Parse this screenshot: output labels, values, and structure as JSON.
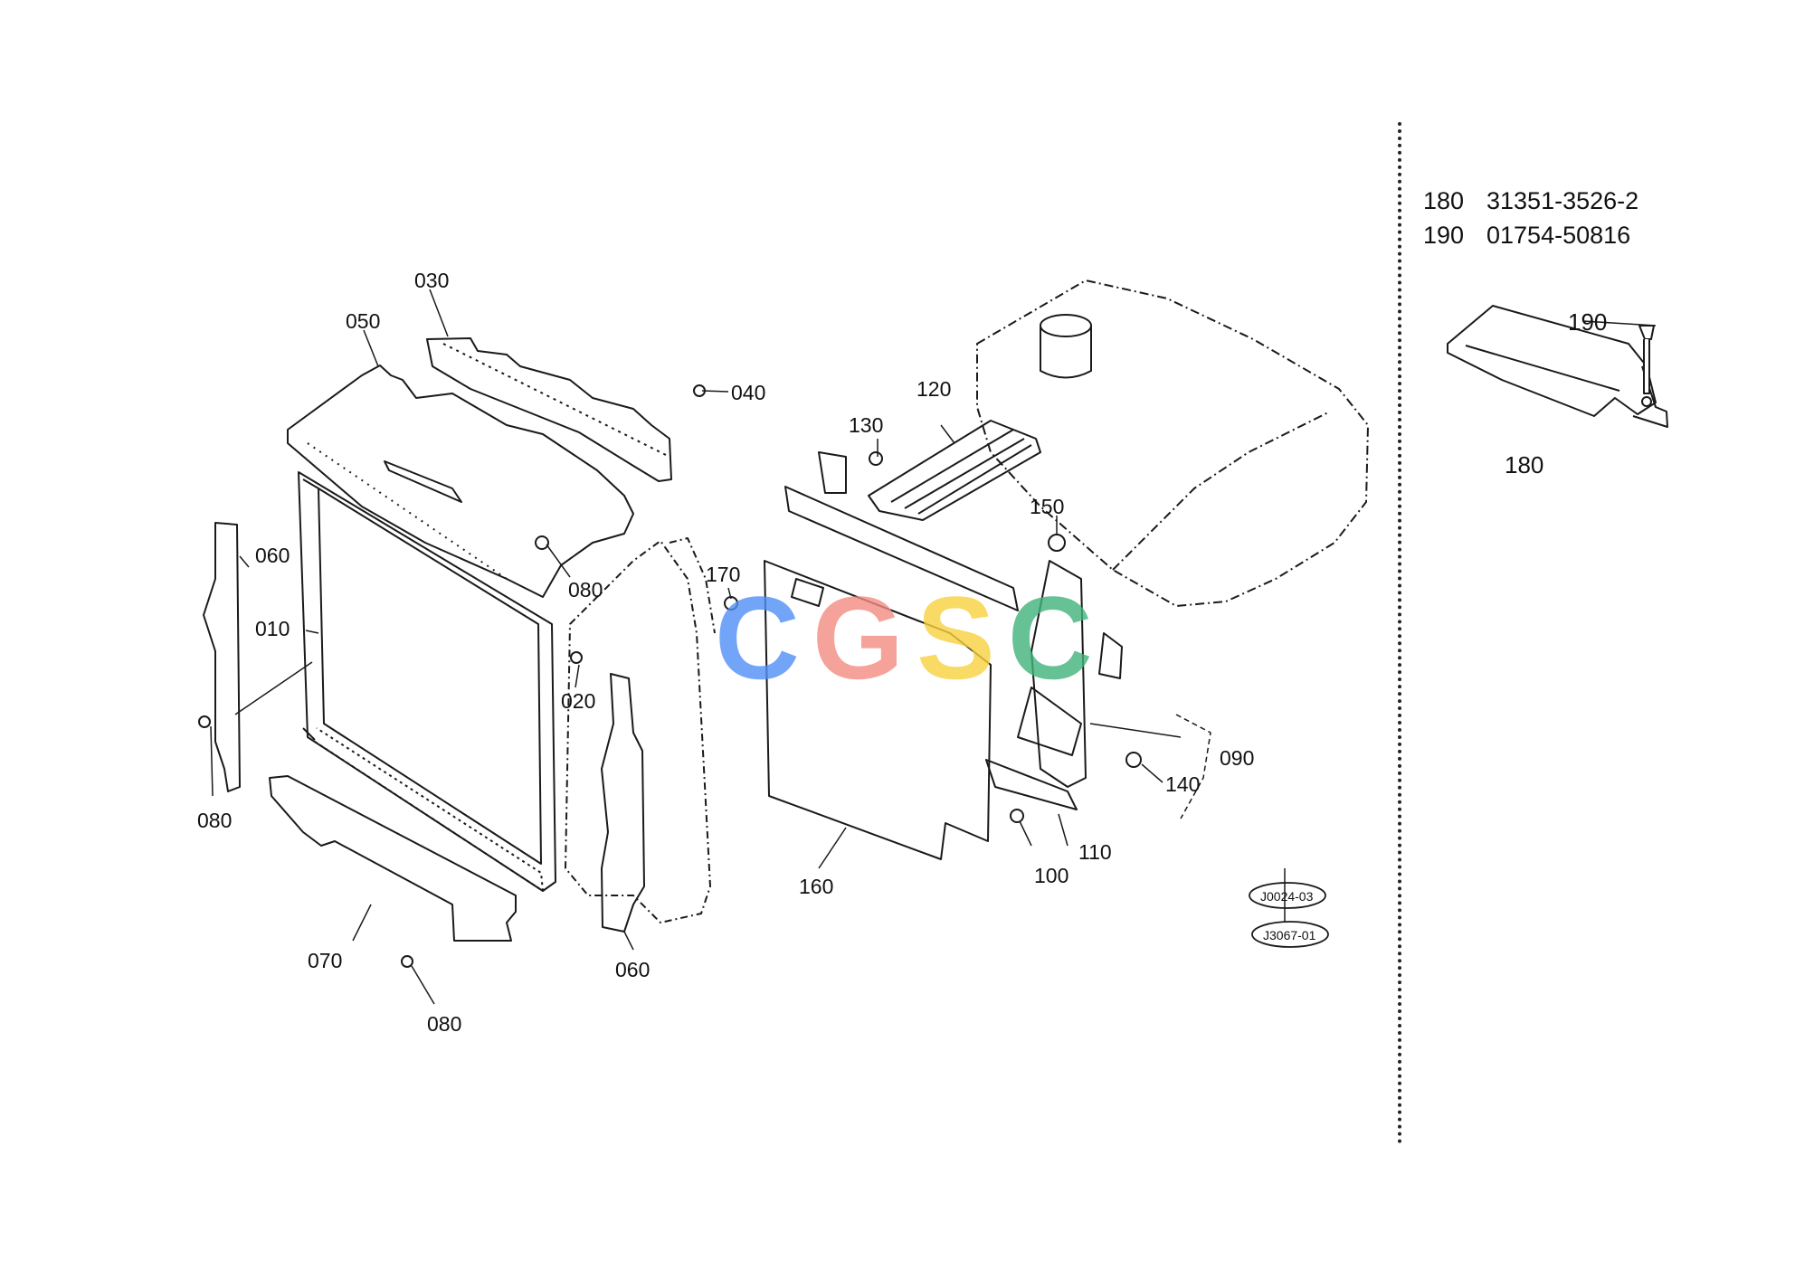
{
  "callouts": {
    "c010": "010",
    "c020": "020",
    "c030": "030",
    "c040": "040",
    "c050": "050",
    "c060a": "060",
    "c060b": "060",
    "c070": "070",
    "c080a": "080",
    "c080b": "080",
    "c080c": "080",
    "c090": "090",
    "c100": "100",
    "c110": "110",
    "c120": "120",
    "c130": "130",
    "c140": "140",
    "c150": "150",
    "c160": "160",
    "c170": "170",
    "c180": "180",
    "c190": "190"
  },
  "stamps": {
    "top": "J0024-03",
    "bottom": "J3067-01"
  },
  "inset_parts": [
    {
      "ref": "180",
      "part_no": "31351-3526-2"
    },
    {
      "ref": "190",
      "part_no": "01754-50816"
    }
  ],
  "watermark": {
    "letters": [
      "C",
      "G",
      "S",
      "C"
    ],
    "colors": [
      "#4f8ff7",
      "#f28b82",
      "#f7d23e",
      "#41b37a"
    ]
  }
}
